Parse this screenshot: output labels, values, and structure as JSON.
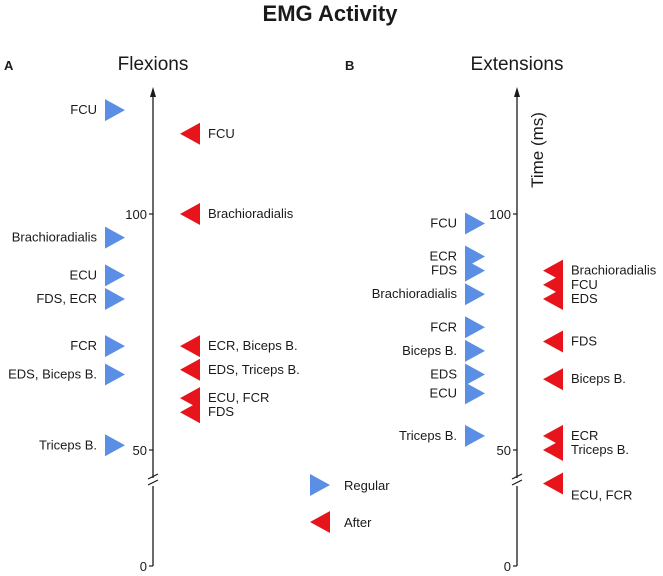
{
  "title": "EMG Activity",
  "colors": {
    "regular": "#5b8fe6",
    "after": "#e8141c",
    "axis": "#1a1a1a"
  },
  "legend": {
    "regular": "Regular",
    "after": "After"
  },
  "axis_title": "Time (ms)",
  "chart_data": [
    {
      "type": "scatter",
      "panel": "A",
      "title": "Flexions",
      "ylabel": "",
      "ylim": [
        0,
        130
      ],
      "axis_break": true,
      "yticks": [
        {
          "value": 100,
          "label": "100"
        },
        {
          "value": 50,
          "label": "50"
        },
        {
          "value": 0,
          "label": "0"
        }
      ],
      "series": [
        {
          "name": "Regular",
          "points": [
            {
              "label": "FCU",
              "y": 122
            },
            {
              "label": "Brachioradialis",
              "y": 95
            },
            {
              "label": "ECU",
              "y": 87
            },
            {
              "label": "FDS, ECR",
              "y": 82
            },
            {
              "label": "FCR",
              "y": 72
            },
            {
              "label": "EDS, Biceps B.",
              "y": 66
            },
            {
              "label": "Triceps B.",
              "y": 51
            }
          ]
        },
        {
          "name": "After",
          "points": [
            {
              "label": "FCU",
              "y": 117
            },
            {
              "label": "Brachioradialis",
              "y": 100
            },
            {
              "label": "ECR, Biceps B.",
              "y": 72
            },
            {
              "label": "EDS, Triceps B.",
              "y": 67
            },
            {
              "label": "ECU, FCR",
              "y": 61
            },
            {
              "label": "FDS",
              "y": 58
            }
          ]
        }
      ]
    },
    {
      "type": "scatter",
      "panel": "B",
      "title": "Extensions",
      "ylabel": "Time (ms)",
      "ylim": [
        0,
        130
      ],
      "axis_break": true,
      "yticks": [
        {
          "value": 100,
          "label": "100"
        },
        {
          "value": 50,
          "label": "50"
        },
        {
          "value": 0,
          "label": "0"
        }
      ],
      "series": [
        {
          "name": "Regular",
          "points": [
            {
              "label": "FCU",
              "y": 98
            },
            {
              "label": "ECR",
              "y": 91
            },
            {
              "label": "FDS",
              "y": 88
            },
            {
              "label": "Brachioradialis",
              "y": 83
            },
            {
              "label": "FCR",
              "y": 76
            },
            {
              "label": "Biceps B.",
              "y": 71
            },
            {
              "label": "EDS",
              "y": 66
            },
            {
              "label": "ECU",
              "y": 62
            },
            {
              "label": "Triceps B.",
              "y": 53
            }
          ]
        },
        {
          "name": "After",
          "points": [
            {
              "label": "Brachioradialis",
              "y": 88
            },
            {
              "label": "FCU",
              "y": 85
            },
            {
              "label": "EDS",
              "y": 82
            },
            {
              "label": "FDS",
              "y": 73
            },
            {
              "label": "Biceps B.",
              "y": 65
            },
            {
              "label": "ECR",
              "y": 53
            },
            {
              "label": "Triceps B.",
              "y": 50
            },
            {
              "label": "ECU, FCR",
              "y": 48
            }
          ]
        }
      ]
    }
  ]
}
